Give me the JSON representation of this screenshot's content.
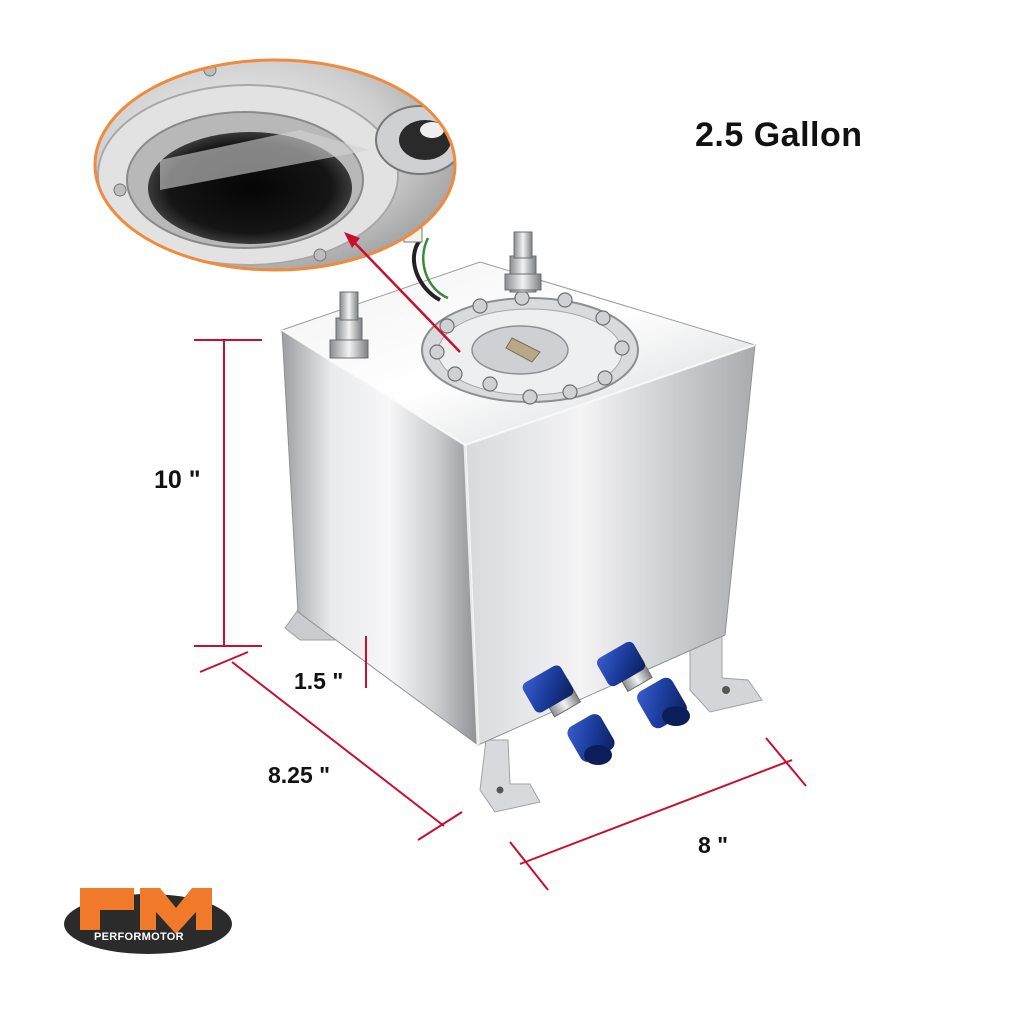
{
  "title": "2.5 Gallon",
  "dimensions": {
    "height": "10 \"",
    "foot_height": "1.5 \"",
    "depth": "8.25 \"",
    "width": "8 \""
  },
  "logo": {
    "text": "PERFORMOTOR",
    "color_primary": "#f07a2a",
    "color_dark": "#2b2b2b"
  },
  "colors": {
    "dimension_line": "#c8102e",
    "zoom_ring": "#f08a3c",
    "fitting_blue": "#1c3c9c"
  }
}
